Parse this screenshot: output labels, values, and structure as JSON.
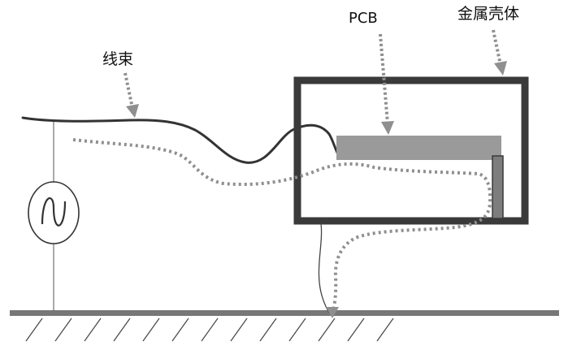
{
  "labels": {
    "harness": "线束",
    "pcb": "PCB",
    "enclosure": "金属壳体"
  },
  "colors": {
    "outline": "#3a3a3a",
    "harness_wire": "#333333",
    "pcb_fill": "#9a9a9a",
    "current_path": "#8f8f8f",
    "ground_plane": "#777777",
    "thin_line": "#555555"
  },
  "icons": {
    "source": "ac-source-icon",
    "ground": "ground-hatch-icon"
  }
}
